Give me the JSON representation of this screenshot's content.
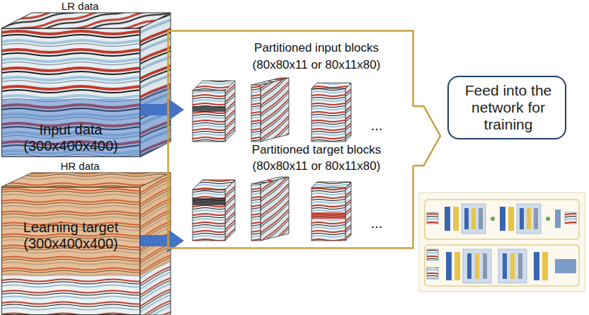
{
  "diagram": {
    "nodes": [
      {
        "text": [
          "LR data",
          "Input data (300x400x400)"
        ]
      },
      {
        "text": [
          "HR data",
          "Learning target (300x400x400)"
        ]
      },
      {
        "text": [
          "Partitioned input blocks",
          "(80x80x11 or 80x11x80)",
          "Partitioned target blocks",
          "(80x80x11 or 80x11x80)",
          "...",
          "..."
        ]
      },
      {
        "text": [
          "Feed into the network for training"
        ]
      }
    ],
    "edges": [
      {
        "from": 0,
        "to": 2,
        "arrow": "to"
      },
      {
        "from": 1,
        "to": 2,
        "arrow": "to"
      },
      {
        "from": 2,
        "to": 3,
        "arrow": "to"
      }
    ]
  }
}
